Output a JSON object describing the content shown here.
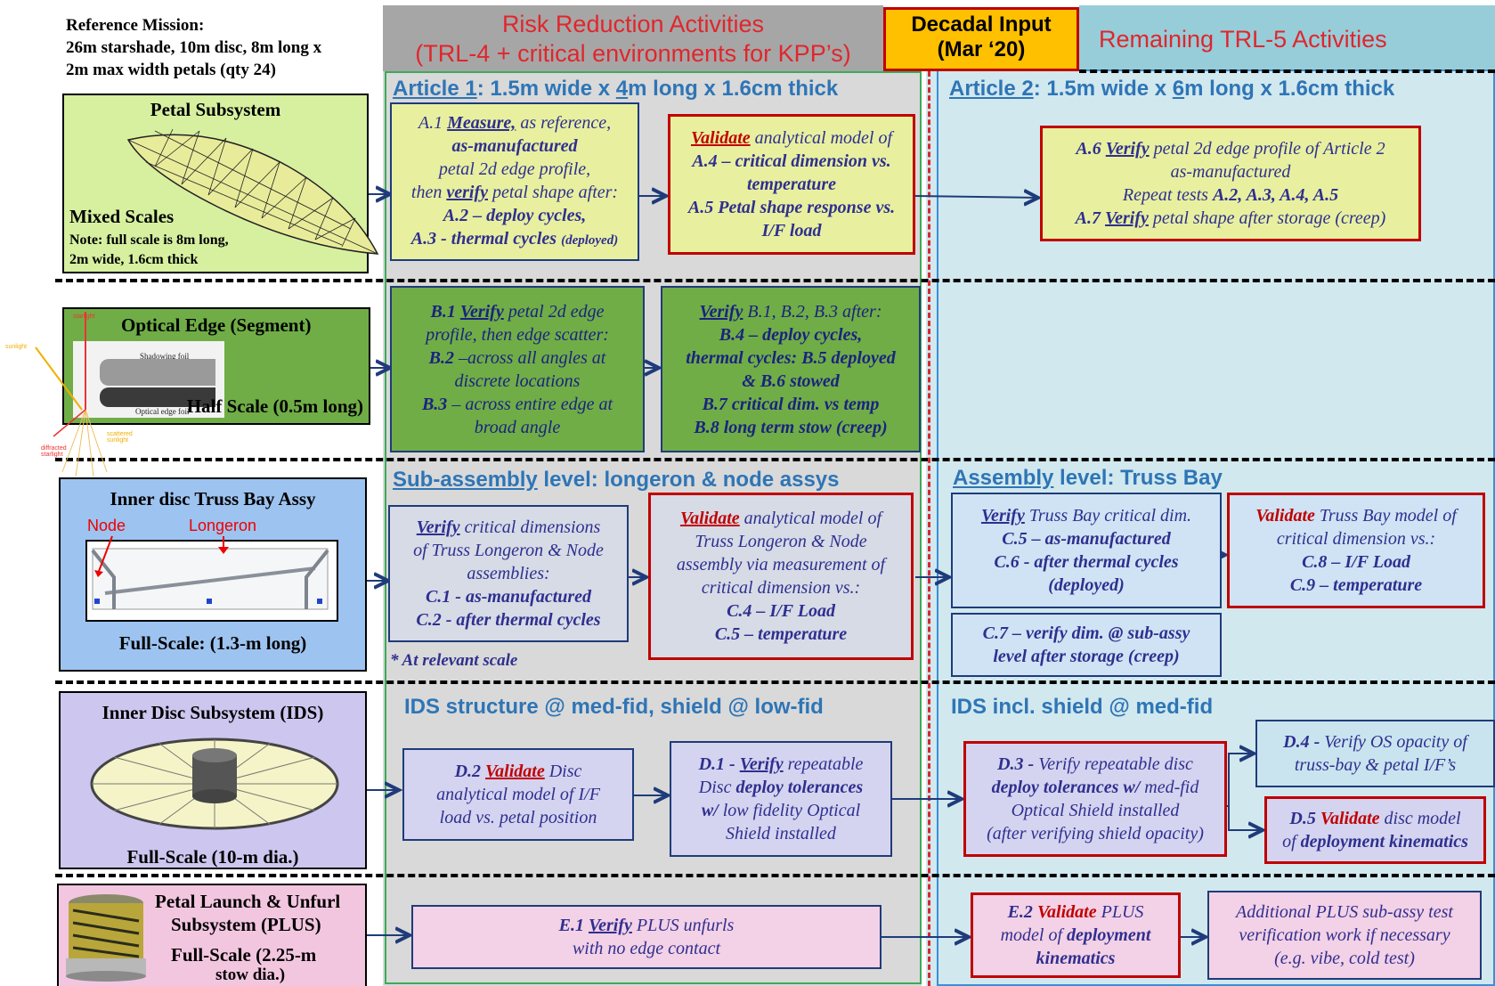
{
  "reference_mission": {
    "title": "Reference Mission:",
    "line1": "26m starshade, 10m disc, 8m long x",
    "line2": "2m max width petals (qty 24)"
  },
  "headers": {
    "risk_line1": "Risk Reduction Activities",
    "risk_line2": "(TRL-4 + critical environments for KPP’s)",
    "decadal_line1": "Decadal Input",
    "decadal_line2": "(Mar ‘20)",
    "remaining": "Remaining TRL-5 Activities"
  },
  "subsystems": {
    "petal": {
      "title": "Petal Subsystem",
      "scale": "Mixed Scales",
      "note1": "Note: full scale is 8m long,",
      "note2": "2m wide, 1.6cm thick"
    },
    "optical": {
      "title": "Optical Edge (Segment)",
      "scale": "Half Scale (0.5m long)",
      "labels": {
        "starlight": "starlight",
        "sunlight": "sunlight",
        "shadowing_foil": "Shadowing foil",
        "optical_edge_foil": "Optical edge foil",
        "scattered": "scattered sunlight",
        "diffracted": "diffracted starlight"
      }
    },
    "truss": {
      "title": "Inner disc Truss Bay Assy",
      "node": "Node",
      "longeron": "Longeron",
      "scale": "Full-Scale: (1.3-m long)"
    },
    "ids": {
      "title": "Inner Disc Subsystem (IDS)",
      "scale": "Full-Scale (10-m dia.)"
    },
    "plus": {
      "title1": "Petal Launch & Unfurl",
      "title2": "Subsystem (PLUS)",
      "scale1": "Full-Scale (2.25-m",
      "scale2": "stow dia.)"
    }
  },
  "rowA": {
    "left_title_u": "Article 1",
    "left_title_rest": ": 1.5m wide x ",
    "left_title_u2": "4",
    "left_title_rest2": "m long x 1.6cm thick",
    "right_title_u": "Article 2",
    "right_title_rest": ": 1.5m wide x ",
    "right_title_u2": "6",
    "right_title_rest2": "m long x 1.6cm thick",
    "a1_pre": "A.1 ",
    "a1_measure": "Measure,",
    "a1_rest": " as reference,",
    "a1_line2": "as-manufactured",
    "a1_line3": "petal 2d edge profile,",
    "a1_then": "then ",
    "a1_verify": "verify",
    "a1_rest4": " petal shape after:",
    "a2": "A.2 – deploy cycles,",
    "a3": "A.3 - thermal cycles",
    "a3_small": "(deployed)",
    "validate": "Validate",
    "a4_rest": " analytical model of",
    "a4": "A.4 – critical dimension vs.",
    "a4b": "temperature",
    "a5": "A.5 Petal shape response vs.",
    "a5b": "I/F load",
    "a6_pre": "A.6 ",
    "a6_verify": "Verify",
    "a6_rest": " petal 2d edge profile of Article 2",
    "a6_line2": "as-manufactured",
    "a6_line3_pre": "Repeat tests ",
    "a6_line3_b": "A.2, A.3, A.4, A.5",
    "a7_pre": "A.7 ",
    "a7_verify": "Verify",
    "a7_rest": " petal shape after storage (creep)"
  },
  "rowB": {
    "b1_pre": "B.1 ",
    "b1_verify": "Verify",
    "b1_rest": " petal 2d edge",
    "b1_line2": "profile, then edge scatter:",
    "b2_b": "B.2",
    "b2_rest": " –across all angles at",
    "b2_line2": "discrete locations",
    "b3_b": "B.3",
    "b3_rest": " – across entire edge at",
    "b3_line2": "broad angle",
    "verify": "Verify",
    "b_after": " B.1, B.2, B.3 after:",
    "b4": "B.4 – deploy cycles,",
    "b5": "thermal cycles:  B.5 deployed",
    "b6": "& B.6 stowed",
    "b7": "B.7 critical dim. vs temp",
    "b8": "B.8 long term stow (creep)"
  },
  "rowC": {
    "left_title_u": "Sub-assembly",
    "left_title_rest": " level: longeron & node assys",
    "right_title_u": "Assembly",
    "right_title_rest": " level: Truss Bay",
    "verify": "Verify",
    "c_rest1": " critical dimensions",
    "c_line2": "of Truss Longeron & Node",
    "c_line3": "assemblies:",
    "c1": "C.1 - as-manufactured",
    "c2_pre": "C.2 - after ",
    "c2_b": "thermal cycles",
    "note": "* At relevant scale",
    "validate": "Validate",
    "cv_rest": " analytical model of",
    "cv_line2": "Truss Longeron & Node",
    "cv_line3": "assembly via measurement of",
    "cv_line4": "critical dimension vs.:",
    "c4": "C.4 – I/F Load",
    "c5": "C.5 – temperature",
    "tb_rest": " Truss Bay critical dim.",
    "tb_c5": "C.5 – as-manufactured",
    "tb_c6_pre": "C.6 - after ",
    "tb_c6_b": "thermal cycles",
    "tb_c6_line2": "(deployed)",
    "tbv_rest": " Truss Bay model of",
    "tbv_line2": "critical dimension vs.:",
    "c8": "C.8 – I/F Load",
    "c9": "C.9 – temperature",
    "c7_line1": "C.7 – verify dim. @ sub-assy",
    "c7_line2": "level after storage (creep)"
  },
  "rowD": {
    "left_title": "IDS structure @ med-fid, shield @ low-fid",
    "right_title": "IDS incl. shield @ med-fid",
    "d2_pre": "D.2 ",
    "validate": "Validate",
    "d2_rest": " Disc",
    "d2_line2": "analytical model of I/F",
    "d2_line3": "load vs. petal position",
    "d1_pre": "D.1 - ",
    "verify": "Verify",
    "d1_rest": " repeatable",
    "d1_line2_pre": "Disc ",
    "d1_line2_b": "deploy tolerances",
    "d1_line3_b": "w/",
    "d1_line3_rest": " low fidelity Optical",
    "d1_line4": "Shield installed",
    "d3_pre": "D.3 -",
    "d3_rest": " Verify repeatable disc",
    "d3_line2_b": "deploy tolerances w/",
    "d3_line2_rest": " med-fid",
    "d3_line3": "Optical Shield installed",
    "d3_line4": "(after verifying shield opacity)",
    "d4_pre": "D.4 -",
    "d4_rest": " Verify OS opacity of",
    "d4_line2": "truss-bay & petal I/F’s",
    "d5_pre": "D.5 ",
    "d5_rest": " disc model",
    "d5_line2_pre": "of ",
    "d5_line2_b": "deployment kinematics"
  },
  "rowE": {
    "e1_pre": "E.1 ",
    "verify": "Verify",
    "e1_rest": " PLUS unfurls",
    "e1_line2": "with no edge contact",
    "e2_pre": "E.2 ",
    "validate": "Validate",
    "e2_rest": " PLUS",
    "e2_line2_pre": "model of ",
    "e2_line2_b": "deployment",
    "e2_line3_b": "kinematics",
    "add_line1": "Additional PLUS sub-assy test",
    "add_line2": "verification work if necessary",
    "add_line3": "(e.g. vibe, cold test)"
  }
}
